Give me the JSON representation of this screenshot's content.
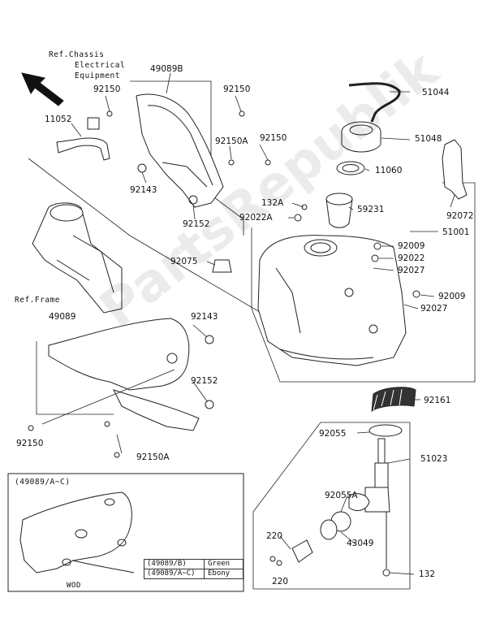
{
  "watermark": "PartsRepublik",
  "ref_chassis": [
    "Ref.Chassis",
    "Electrical",
    "Equipment"
  ],
  "ref_frame": "Ref.Frame",
  "inset": {
    "title": "(49089/A~C)",
    "code": "WOD"
  },
  "legend": [
    {
      "code": "(49089/B)",
      "color_name": "Green"
    },
    {
      "code": "(49089/A~C)",
      "color_name": "Ebony"
    }
  ],
  "parts": {
    "p49089B": "49089B",
    "p92150_a": "92150",
    "p92150_b": "92150",
    "p92150_c": "92150",
    "p92150_d": "92150",
    "p11052": "11052",
    "p92150A_a": "92150A",
    "p92150A_b": "92150A",
    "p92143_a": "92143",
    "p92143_b": "92143",
    "p92152_a": "92152",
    "p92152_b": "92152",
    "p51044": "51044",
    "p51048": "51048",
    "p11060": "11060",
    "p132A": "132A",
    "p92022A": "92022A",
    "p59231": "59231",
    "p92072": "92072",
    "p51001": "51001",
    "p92009_a": "92009",
    "p92009_b": "92009",
    "p92022": "92022",
    "p92027_a": "92027",
    "p92027_b": "92027",
    "p92075": "92075",
    "p49089": "49089",
    "p92161": "92161",
    "p92055": "92055",
    "p51023": "51023",
    "p92055A": "92055A",
    "p43049": "43049",
    "p220_a": "220",
    "p220_b": "220",
    "p132": "132"
  }
}
